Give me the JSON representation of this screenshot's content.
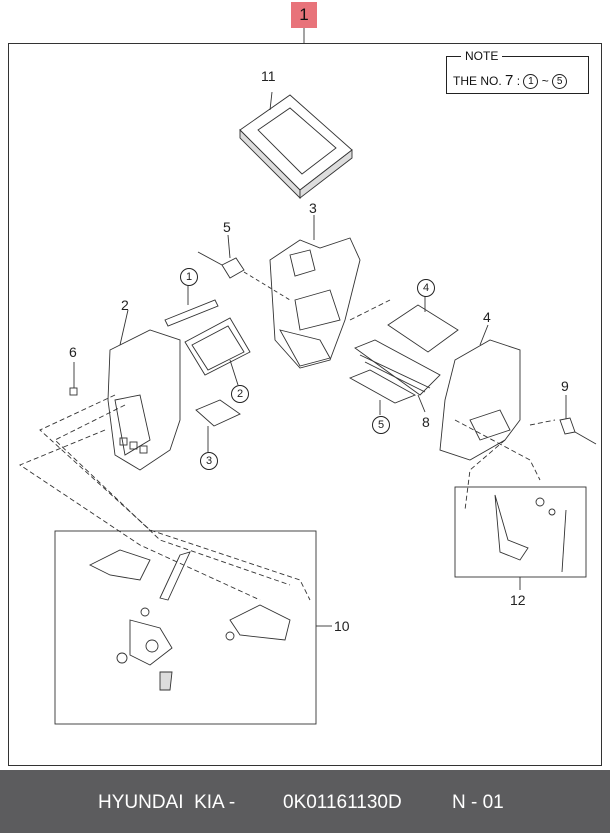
{
  "callout_top": "1",
  "note": {
    "title": "NOTE",
    "prefix": "THE NO.",
    "num": "7",
    "sep": ":",
    "from": "1",
    "tilde": "~",
    "to": "5"
  },
  "part_labels": {
    "p11": "11",
    "p3": "3",
    "p5": "5",
    "p2": "2",
    "p4": "4",
    "p6": "6",
    "p9": "9",
    "p8": "8",
    "p12": "12",
    "p10": "10"
  },
  "circled_labels": {
    "c1": "1",
    "c2": "2",
    "c3": "3",
    "c4": "4",
    "c5": "5"
  },
  "footer": {
    "brand": "HYUNDAI  KIA -",
    "part_number": "0K01161130D",
    "page": "N - 01"
  },
  "colors": {
    "footer_bg": "#5c5c5e",
    "badge": "#e8737a",
    "line": "#333333"
  }
}
